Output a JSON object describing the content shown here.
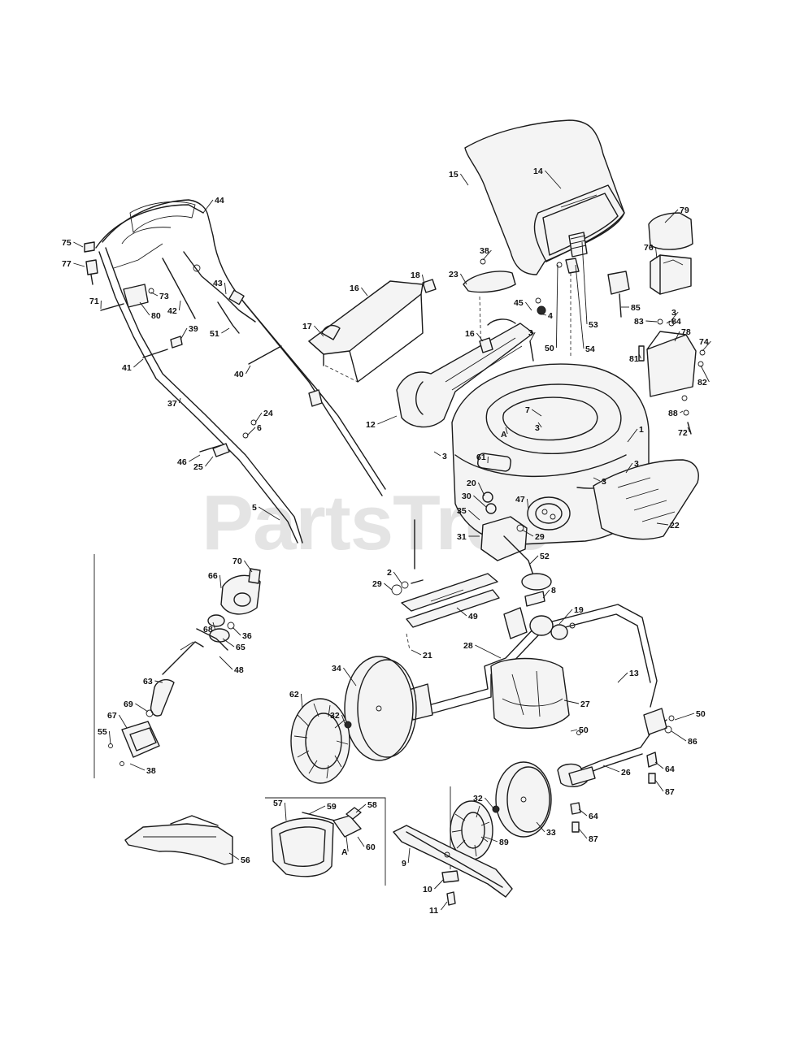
{
  "watermark": {
    "text": "PartsTree",
    "trademark": "™"
  },
  "callouts": [
    {
      "id": "c15",
      "text": "15"
    },
    {
      "id": "c14",
      "text": "14"
    },
    {
      "id": "c44",
      "text": "44"
    },
    {
      "id": "c79",
      "text": "79"
    },
    {
      "id": "c75",
      "text": "75"
    },
    {
      "id": "c77",
      "text": "77"
    },
    {
      "id": "c76",
      "text": "76"
    },
    {
      "id": "c38a",
      "text": "38"
    },
    {
      "id": "c23",
      "text": "23"
    },
    {
      "id": "c18",
      "text": "18"
    },
    {
      "id": "c16a",
      "text": "16"
    },
    {
      "id": "c71",
      "text": "71"
    },
    {
      "id": "c73",
      "text": "73"
    },
    {
      "id": "c80",
      "text": "80"
    },
    {
      "id": "c42",
      "text": "42"
    },
    {
      "id": "c43",
      "text": "43"
    },
    {
      "id": "c85",
      "text": "85"
    },
    {
      "id": "c45",
      "text": "45"
    },
    {
      "id": "c4",
      "text": "4"
    },
    {
      "id": "c3a",
      "text": "3"
    },
    {
      "id": "c83",
      "text": "83"
    },
    {
      "id": "c84",
      "text": "84"
    },
    {
      "id": "c78",
      "text": "78"
    },
    {
      "id": "c17",
      "text": "17"
    },
    {
      "id": "c51",
      "text": "51"
    },
    {
      "id": "c39",
      "text": "39"
    },
    {
      "id": "c16b",
      "text": "16"
    },
    {
      "id": "c3b",
      "text": "3"
    },
    {
      "id": "c53",
      "text": "53"
    },
    {
      "id": "c74",
      "text": "74"
    },
    {
      "id": "c81",
      "text": "81"
    },
    {
      "id": "c50a",
      "text": "50"
    },
    {
      "id": "c54",
      "text": "54"
    },
    {
      "id": "c41",
      "text": "41"
    },
    {
      "id": "c40",
      "text": "40"
    },
    {
      "id": "c82",
      "text": "82"
    },
    {
      "id": "c37",
      "text": "37"
    },
    {
      "id": "c7",
      "text": "7"
    },
    {
      "id": "c88",
      "text": "88"
    },
    {
      "id": "c72",
      "text": "72"
    },
    {
      "id": "c24",
      "text": "24"
    },
    {
      "id": "c12",
      "text": "12"
    },
    {
      "id": "c6",
      "text": "6"
    },
    {
      "id": "c1",
      "text": "1"
    },
    {
      "id": "cA1",
      "text": "A"
    },
    {
      "id": "c3c",
      "text": "3"
    },
    {
      "id": "c3d",
      "text": "3"
    },
    {
      "id": "c46",
      "text": "46"
    },
    {
      "id": "c25",
      "text": "25"
    },
    {
      "id": "c61",
      "text": "61"
    },
    {
      "id": "c3e",
      "text": "3"
    },
    {
      "id": "c3f",
      "text": "3"
    },
    {
      "id": "c20",
      "text": "20"
    },
    {
      "id": "c30",
      "text": "30"
    },
    {
      "id": "c47",
      "text": "47"
    },
    {
      "id": "c5",
      "text": "5"
    },
    {
      "id": "c35",
      "text": "35"
    },
    {
      "id": "c22",
      "text": "22"
    },
    {
      "id": "c29a",
      "text": "29"
    },
    {
      "id": "c31",
      "text": "31"
    },
    {
      "id": "c70",
      "text": "70"
    },
    {
      "id": "c52",
      "text": "52"
    },
    {
      "id": "c66",
      "text": "66"
    },
    {
      "id": "c2",
      "text": "2"
    },
    {
      "id": "c29b",
      "text": "29"
    },
    {
      "id": "c8",
      "text": "8"
    },
    {
      "id": "c49",
      "text": "49"
    },
    {
      "id": "c68",
      "text": "68"
    },
    {
      "id": "c36",
      "text": "36"
    },
    {
      "id": "c65",
      "text": "65"
    },
    {
      "id": "c19",
      "text": "19"
    },
    {
      "id": "c48",
      "text": "48"
    },
    {
      "id": "c21",
      "text": "21"
    },
    {
      "id": "c28",
      "text": "28"
    },
    {
      "id": "c13",
      "text": "13"
    },
    {
      "id": "c34",
      "text": "34"
    },
    {
      "id": "c63",
      "text": "63"
    },
    {
      "id": "c62",
      "text": "62"
    },
    {
      "id": "c27",
      "text": "27"
    },
    {
      "id": "c69",
      "text": "69"
    },
    {
      "id": "c32a",
      "text": "32"
    },
    {
      "id": "c50b",
      "text": "50"
    },
    {
      "id": "c67",
      "text": "67"
    },
    {
      "id": "c50c",
      "text": "50"
    },
    {
      "id": "c55",
      "text": "55"
    },
    {
      "id": "c86",
      "text": "86"
    },
    {
      "id": "c38b",
      "text": "38"
    },
    {
      "id": "c64a",
      "text": "64"
    },
    {
      "id": "c26",
      "text": "26"
    },
    {
      "id": "c87a",
      "text": "87"
    },
    {
      "id": "c57",
      "text": "57"
    },
    {
      "id": "c59",
      "text": "59"
    },
    {
      "id": "c58",
      "text": "58"
    },
    {
      "id": "c32b",
      "text": "32"
    },
    {
      "id": "c64b",
      "text": "64"
    },
    {
      "id": "c33",
      "text": "33"
    },
    {
      "id": "c87b",
      "text": "87"
    },
    {
      "id": "c89",
      "text": "89"
    },
    {
      "id": "cA2",
      "text": "A"
    },
    {
      "id": "c60",
      "text": "60"
    },
    {
      "id": "c56",
      "text": "56"
    },
    {
      "id": "c9",
      "text": "9"
    },
    {
      "id": "c10",
      "text": "10"
    },
    {
      "id": "c11",
      "text": "11"
    }
  ]
}
